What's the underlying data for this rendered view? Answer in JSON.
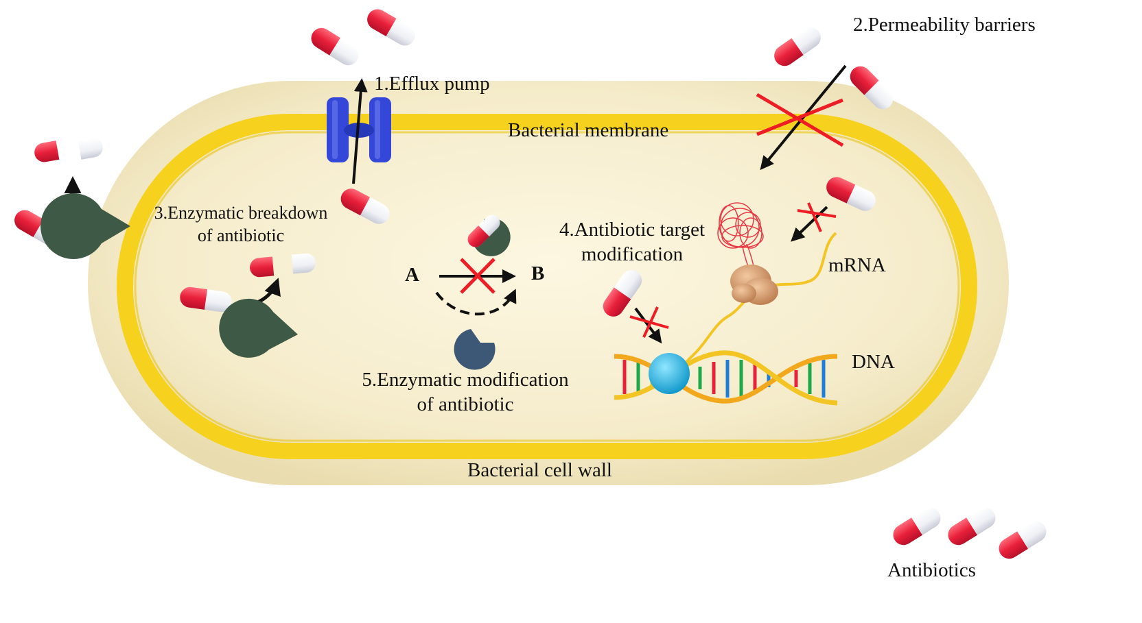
{
  "labels": {
    "efflux_pump": "1.Efflux pump",
    "permeability_barriers": "2.Permeability barriers",
    "enzymatic_breakdown_line1": "3.Enzymatic breakdown",
    "enzymatic_breakdown_line2": "of antibiotic",
    "target_modification_line1": "4.Antibiotic target",
    "target_modification_line2": "modification",
    "enzymatic_modification_line1": "5.Enzymatic modification",
    "enzymatic_modification_line2": "of antibiotic",
    "bacterial_membrane": "Bacterial membrane",
    "bacterial_cell_wall": "Bacterial cell wall",
    "mrna": "mRNA",
    "dna": "DNA",
    "antibiotics": "Antibiotics",
    "point_a": "A",
    "point_b": "B"
  },
  "colors": {
    "capsule_red": "#e8203a",
    "capsule_white": "#f4f6fa",
    "membrane_yellow": "#f6d21e",
    "cytoplasm": "#f7efcf",
    "enzyme_green": "#3e5a46",
    "enzyme_blue": "#3d5877",
    "efflux_pump_blue": "#3447d8",
    "block_cross_red": "#ee1c24",
    "ribosome": "#d9a06e",
    "rna_polymerase": "#17b8e8"
  }
}
